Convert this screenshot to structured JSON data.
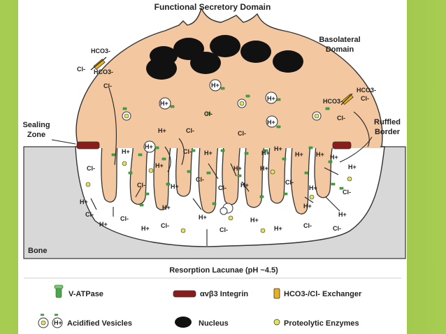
{
  "title": "Functional Secretory Domain",
  "labels": {
    "basolateral": [
      "Basolateral",
      "Domain"
    ],
    "sealing": [
      "Sealing",
      "Zone"
    ],
    "ruffled": [
      "Ruffled",
      "Border"
    ],
    "bone": "Bone",
    "lacunae": "Resorption Lacunae (pH ~4.5)"
  },
  "ions": {
    "hplus": "H+",
    "cl": "Cl-",
    "hco3": "HCO3-"
  },
  "legend": {
    "vatpase": "V-ATPase",
    "integrin": "αvβ3 Integrin",
    "exchanger": "HCO3-/Cl- Exchanger",
    "vesicles": "Acidified Vesicles",
    "nucleus": "Nucleus",
    "enzymes": "Proteolytic Enzymes"
  },
  "colors": {
    "cell": "#f3c7a0",
    "bone": "#d6d6d6",
    "lacuna": "#ffffff",
    "integrin": "#8b1c1c",
    "exchanger": "#e8b21e",
    "pump": "#4aa84a",
    "enzyme": "#e2e35a",
    "nucleus": "#111111",
    "background": "#92c441"
  }
}
